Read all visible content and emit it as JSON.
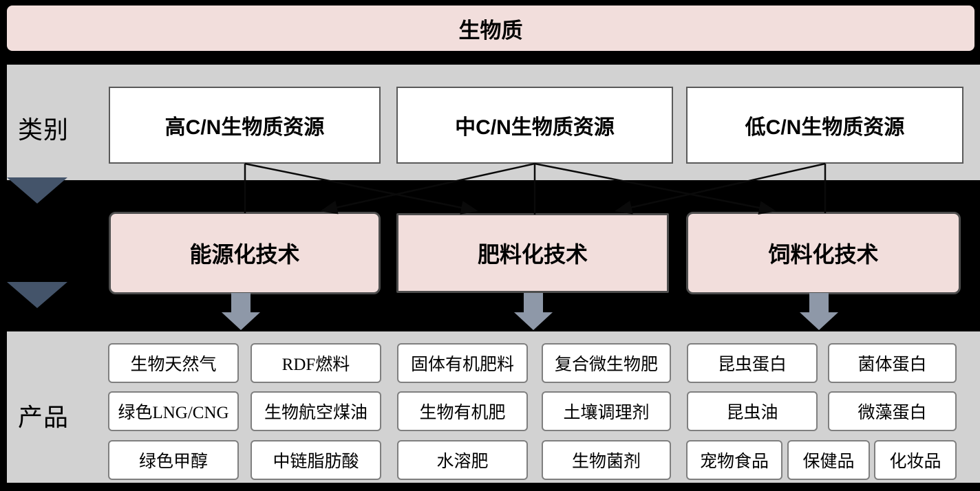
{
  "banner": {
    "label": "生物质"
  },
  "sections": {
    "category_label": "类别",
    "product_label": "产品"
  },
  "categories": {
    "items": [
      "高C/N生物质资源",
      "中C/N生物质资源",
      "低C/N生物质资源"
    ]
  },
  "technologies": {
    "items": [
      "能源化技术",
      "肥料化技术",
      "饲料化技术"
    ]
  },
  "products": {
    "groups": [
      {
        "tech": "能源化技术",
        "items": [
          "生物天然气",
          "RDF燃料",
          "绿色LNG/CNG",
          "生物航空煤油",
          "绿色甲醇",
          "中链脂肪酸"
        ]
      },
      {
        "tech": "肥料化技术",
        "items": [
          "固体有机肥料",
          "复合微生物肥",
          "生物有机肥",
          "土壤调理剂",
          "水溶肥",
          "生物菌剂"
        ]
      },
      {
        "tech": "饲料化技术",
        "items": [
          "昆虫蛋白",
          "菌体蛋白",
          "昆虫油",
          "微藻蛋白",
          "宠物食品",
          "保健品",
          "化妆品"
        ]
      }
    ]
  },
  "connections": [
    {
      "from": "高C/N生物质资源",
      "to": [
        "能源化技术",
        "肥料化技术"
      ]
    },
    {
      "from": "中C/N生物质资源",
      "to": [
        "能源化技术",
        "肥料化技术",
        "饲料化技术"
      ]
    },
    {
      "from": "低C/N生物质资源",
      "to": [
        "肥料化技术",
        "饲料化技术"
      ]
    }
  ],
  "icons": {
    "left_flow": "down-triangle-icon",
    "tech_to_product": "block-down-arrow-icon"
  },
  "colors": {
    "background": "#000000",
    "pink_fill": "#F2DEDC",
    "band_gray": "#D2D2D2",
    "box_white": "#FFFFFF",
    "box_border": "#595959",
    "product_border": "#7F7F7F",
    "flow_triangle": "#44546A",
    "block_arrow": "#8E98A8",
    "connector_line": "#0A0A0A"
  }
}
